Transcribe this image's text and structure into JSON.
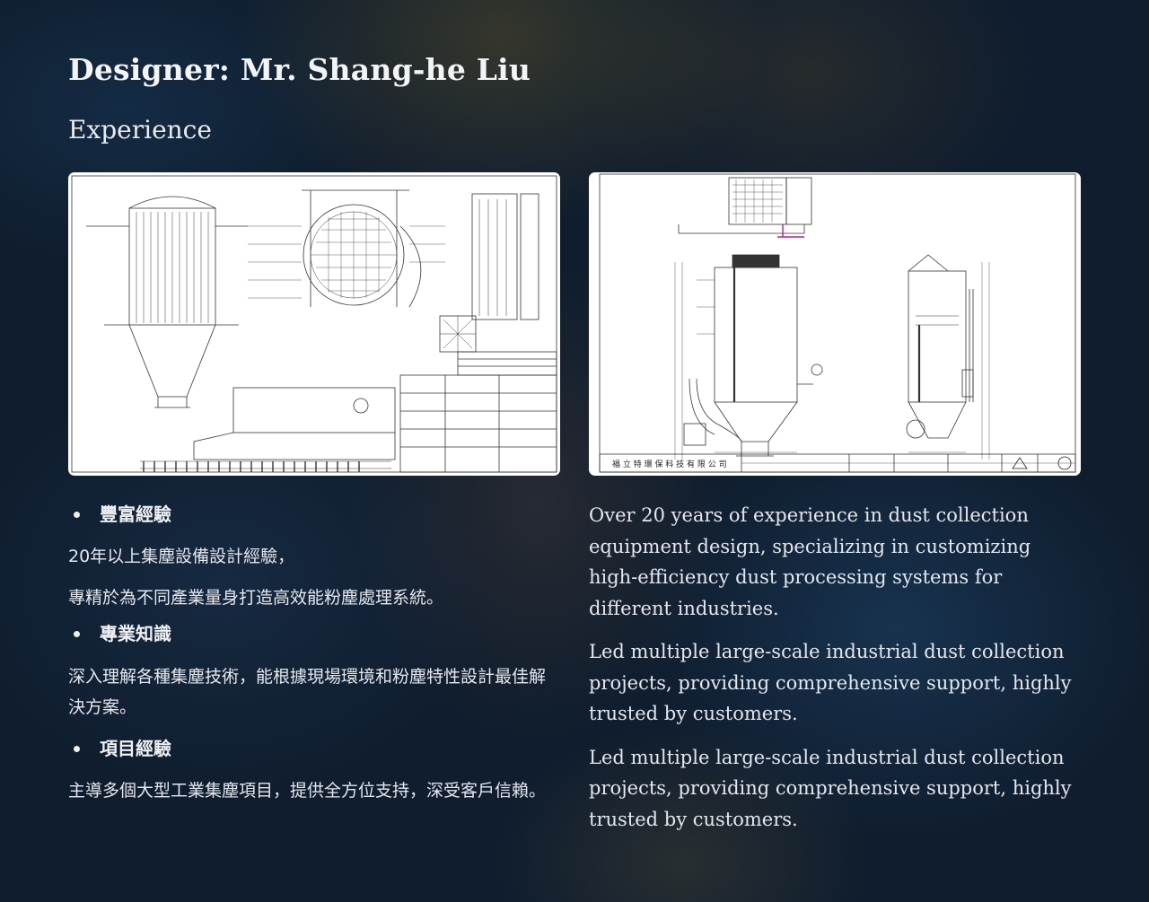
{
  "header": {
    "title": "Designer: Mr. Shang-he Liu",
    "subtitle": "Experience"
  },
  "images": {
    "left": {
      "icon": "engineering-drawing-baghouse-icon"
    },
    "right": {
      "icon": "engineering-drawing-dust-collector-icon",
      "company_stamp": "福 立 特 環 保 科 技 有 限 公 司"
    }
  },
  "left_column": {
    "sections": [
      {
        "heading": "豐富經驗",
        "lines": [
          "20年以上集塵設備設計經驗，",
          "專精於為不同產業量身打造高效能粉塵處理系統。"
        ]
      },
      {
        "heading": "專業知識",
        "lines": [
          "深入理解各種集塵技術，能根據現場環境和粉塵特性設計最佳解決方案。"
        ]
      },
      {
        "heading": "項目經驗",
        "lines": [
          "主導多個大型工業集塵項目，提供全方位支持，深受客戶信賴。"
        ]
      }
    ]
  },
  "right_column": {
    "paragraphs": [
      "Over 20 years of experience in dust collection equipment design, specializing in customizing high-efficiency dust processing systems for different industries.",
      "Led multiple large-scale industrial dust collection projects, providing comprehensive support, highly trusted by customers.",
      "Led multiple large-scale industrial dust collection projects, providing comprehensive support, highly trusted by customers."
    ]
  }
}
